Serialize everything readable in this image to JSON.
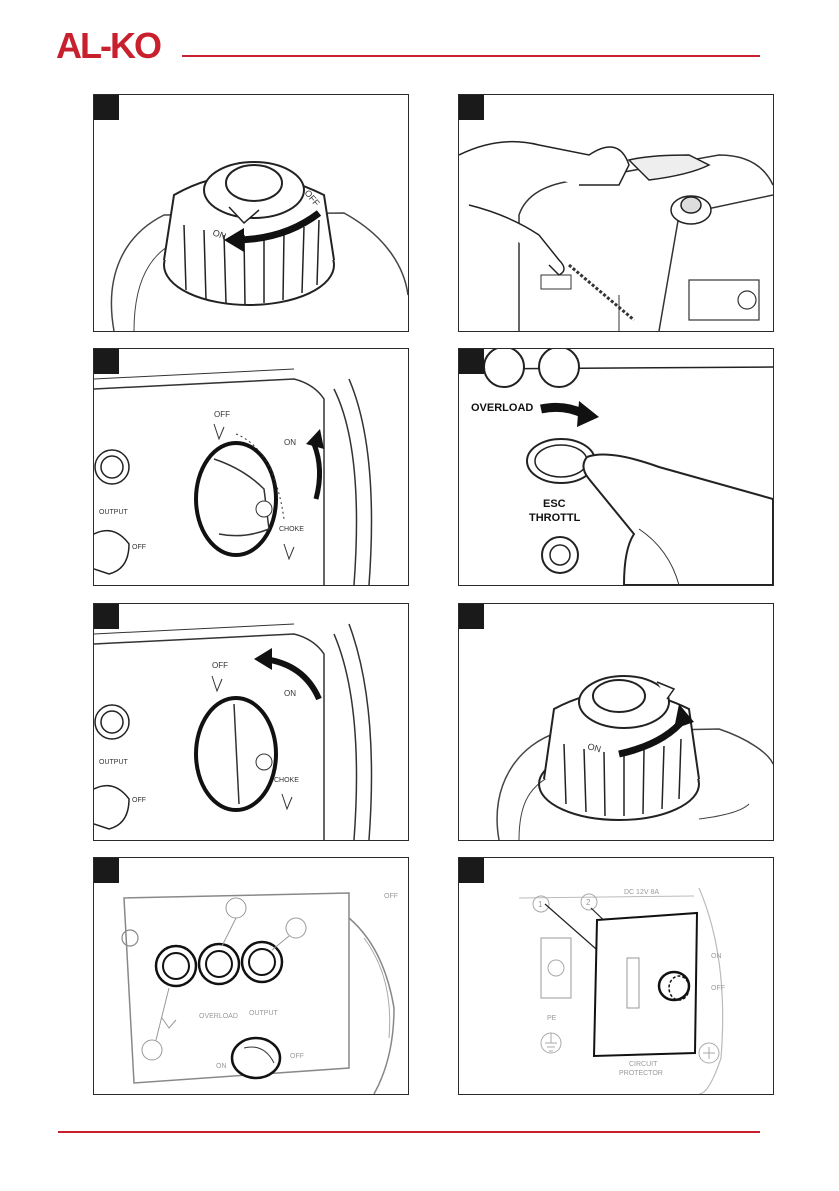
{
  "brand": {
    "name": "AL-KO",
    "color": "#c8202c"
  },
  "panels": [
    {
      "id": "fuel-cap-open",
      "labels": {
        "off": "OFF",
        "on": "ON"
      }
    },
    {
      "id": "pull-starter"
    },
    {
      "id": "choke-lever-close",
      "labels": {
        "off": "OFF",
        "on": "ON",
        "choke": "CHOKE",
        "output": "OUTPUT"
      }
    },
    {
      "id": "esc-throttle",
      "labels": {
        "overload": "OVERLOAD",
        "esc": "ESC",
        "throttl": "THROTTL"
      }
    },
    {
      "id": "choke-lever-open",
      "labels": {
        "off": "OFF",
        "on": "ON",
        "choke": "CHOKE",
        "output": "OUTPUT"
      }
    },
    {
      "id": "fuel-cap-close",
      "labels": {
        "on": "ON"
      }
    },
    {
      "id": "indicator-lamps",
      "labels": {
        "overload": "OVERLOAD",
        "output": "OUTPUT",
        "on": "ON",
        "off": "OFF"
      }
    },
    {
      "id": "dc-output",
      "labels": {
        "dc": "DC 12V 8A",
        "n1": "1",
        "n2": "2",
        "on": "ON",
        "off": "OFF",
        "pe": "PE",
        "circuit": "CIRCUIT",
        "protector": "PROTECTOR"
      }
    }
  ]
}
